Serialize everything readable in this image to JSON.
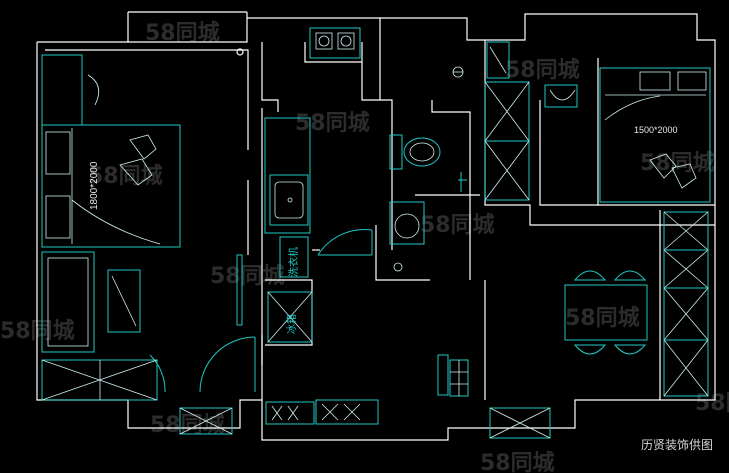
{
  "watermark": {
    "text": "58同城"
  },
  "labels": {
    "bed_left": "1800*2000",
    "bed_right": "1500*2000",
    "washer": "洗衣机",
    "fridge": "冰箱"
  },
  "caption": "历贤装饰供图",
  "colors": {
    "wall": "#ffffff",
    "fixture": "#1fc9c4",
    "background": "#000000"
  }
}
